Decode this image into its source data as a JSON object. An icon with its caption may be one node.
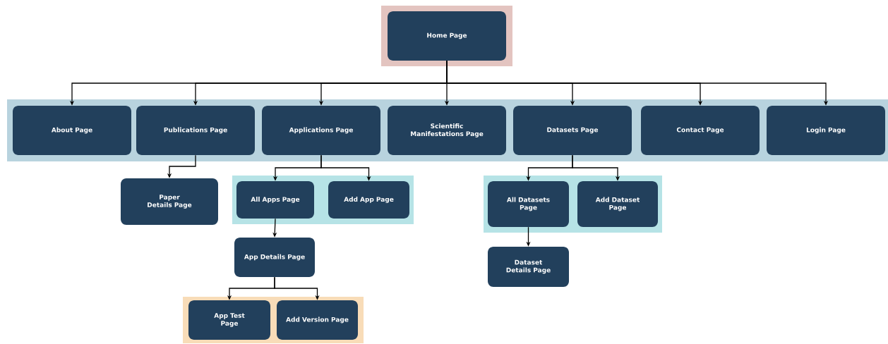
{
  "diagram": {
    "nodes": [
      {
        "text": [],
        "shape": "box"
      },
      {
        "text": [
          "Home Page"
        ],
        "in": 0
      },
      {
        "text": [],
        "shape": "box"
      },
      {
        "text": [
          "About Page"
        ],
        "in": 2
      },
      {
        "text": [
          "Publications Page"
        ],
        "in": 2
      },
      {
        "text": [
          "Applications Page"
        ],
        "in": 2
      },
      {
        "text": [
          "Scientific Manifestations Page"
        ],
        "in": 2
      },
      {
        "text": [
          "Datasets Page"
        ],
        "in": 2
      },
      {
        "text": [
          "Contact Page"
        ],
        "in": 2
      },
      {
        "text": [
          "Login Page"
        ],
        "in": 2
      },
      {
        "text": [
          "Paper Details Page"
        ]
      },
      {
        "text": [],
        "shape": "box"
      },
      {
        "text": [
          "All Apps Page"
        ],
        "in": 11
      },
      {
        "text": [
          "Add App Page"
        ],
        "in": 11
      },
      {
        "text": [],
        "shape": "box"
      },
      {
        "text": [
          "All Datasets Page"
        ],
        "in": 14
      },
      {
        "text": [
          "Add Dataset Page"
        ],
        "in": 14
      },
      {
        "text": [
          "App Details Page"
        ]
      },
      {
        "text": [
          "Dataset Details Page"
        ]
      },
      {
        "text": [],
        "shape": "box"
      },
      {
        "text": [
          "App Test Page"
        ],
        "in": 19
      },
      {
        "text": [
          "Add Version Page"
        ],
        "in": 19
      }
    ],
    "edges": [
      {
        "from": 1,
        "to": 3,
        "arrow": "to"
      },
      {
        "from": 1,
        "to": 4,
        "arrow": "to"
      },
      {
        "from": 1,
        "to": 5,
        "arrow": "to"
      },
      {
        "from": 1,
        "to": 6,
        "arrow": "to"
      },
      {
        "from": 1,
        "to": 7,
        "arrow": "to"
      },
      {
        "from": 1,
        "to": 8,
        "arrow": "to"
      },
      {
        "from": 1,
        "to": 9,
        "arrow": "to"
      },
      {
        "from": 4,
        "to": 10,
        "arrow": "to"
      },
      {
        "from": 5,
        "to": 12,
        "arrow": "to"
      },
      {
        "from": 5,
        "to": 13,
        "arrow": "to"
      },
      {
        "from": 12,
        "to": 17,
        "arrow": "to"
      },
      {
        "from": 7,
        "to": 15,
        "arrow": "to"
      },
      {
        "from": 7,
        "to": 16,
        "arrow": "to"
      },
      {
        "from": 15,
        "to": 18,
        "arrow": "to"
      },
      {
        "from": 17,
        "to": 20,
        "arrow": "to"
      },
      {
        "from": 17,
        "to": 21,
        "arrow": "to"
      }
    ]
  }
}
